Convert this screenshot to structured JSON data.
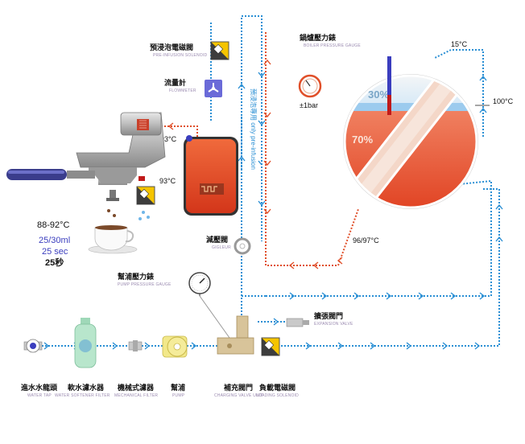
{
  "labels": {
    "preinfusion_cn": "預浸泡電磁閥",
    "preinfusion_en": "PRE-INFUSION SOLENOID",
    "flowmeter_cn": "流量計",
    "flowmeter_en": "FLOWMETER",
    "vertical_note": "預浸泡專用 only pre-infusion",
    "boiler_gauge_cn": "鍋爐壓力錶",
    "boiler_gauge_en": "BOILER PRESSURE GAUGE",
    "bar": "±1bar",
    "gicleur_cn": "減壓閥",
    "gicleur_en": "GIGLEUR",
    "pump_gauge_cn": "幫浦壓力錶",
    "pump_gauge_en": "PUMP PRESSURE GAUGE",
    "expansion_cn": "擴張閥門",
    "expansion_en": "EXPANSION VALVE",
    "water_tap_cn": "進水水龍頭",
    "water_tap_en": "WATER TAP",
    "softener_cn": "軟水濾水器",
    "softener_en": "WATER SOFTENER FILTER",
    "mech_filter_cn": "機械式濾器",
    "mech_filter_en": "MECHANICAL FILTER",
    "pump_cn": "幫浦",
    "pump_en": "PUMP",
    "charging_cn": "補充閥門",
    "charging_en": "CHARGING VALVE UNIT",
    "loading_cn": "負載電磁閥",
    "loading_en": "LOADING SOLENOID"
  },
  "temps": {
    "group_head": "93°C",
    "brew_boiler": "93°C",
    "steam_top": "15°C",
    "steam_right": "100°C",
    "steam_bottom": "96/97°C"
  },
  "brew_info": {
    "temp": "88-92°C",
    "volume": "25/30ml",
    "time_en": "25 sec",
    "time_cn": "25秒"
  },
  "boiler": {
    "steam_pct": "30%",
    "water_pct": "70%"
  },
  "colors": {
    "water_blue": "#2a8fd4",
    "hot_red": "#e0502a",
    "solenoid_yellow": "#f5c400",
    "dark_grey": "#4a4a4a",
    "handle_blue": "#3a3d8c"
  }
}
